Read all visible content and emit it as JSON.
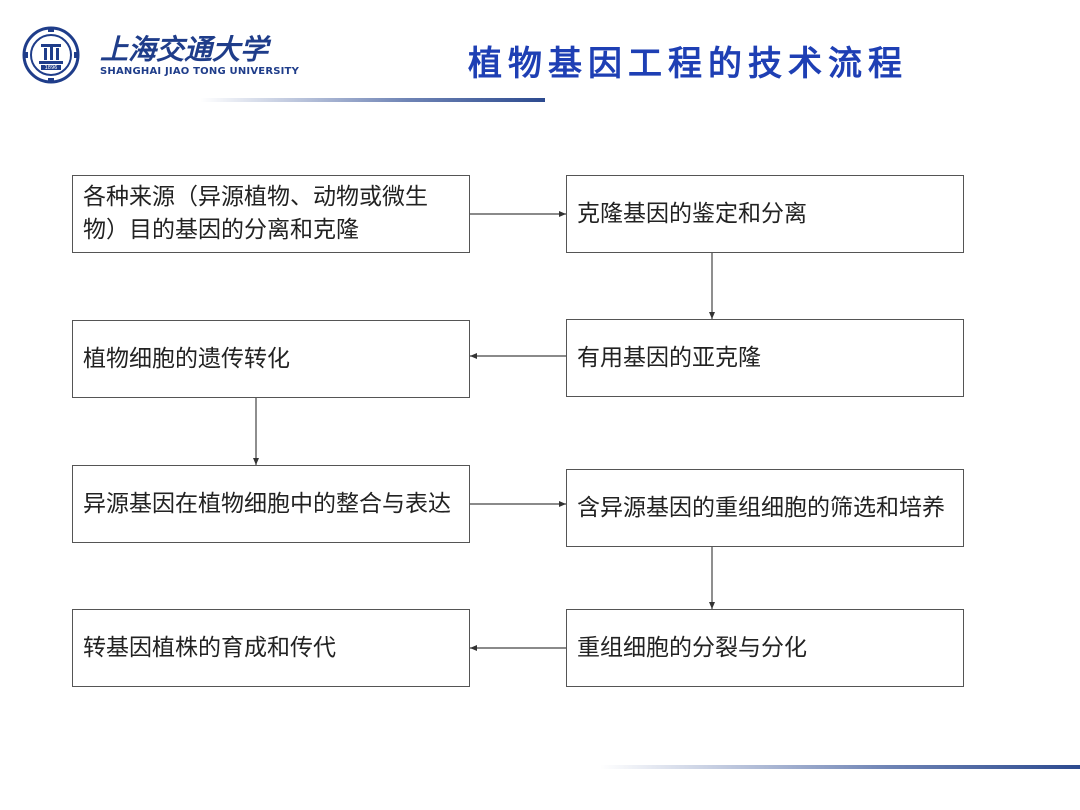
{
  "logo": {
    "name_cn": "上海交通大学",
    "name_en": "SHANGHAI JIAO TONG UNIVERSITY",
    "seal_year": "1896"
  },
  "title": "植物基因工程的技术流程",
  "steps": [
    {
      "id": "s1",
      "text": "各种来源（异源植物、动物或微生物）目的基因的分离和克隆"
    },
    {
      "id": "s2",
      "text": "克隆基因的鉴定和分离"
    },
    {
      "id": "s3",
      "text": "有用基因的亚克隆"
    },
    {
      "id": "s4",
      "text": "植物细胞的遗传转化"
    },
    {
      "id": "s5",
      "text": "异源基因在植物细胞中的整合与表达"
    },
    {
      "id": "s6",
      "text": "含异源基因的重组细胞的筛选和培养"
    },
    {
      "id": "s7",
      "text": "重组细胞的分裂与分化"
    },
    {
      "id": "s8",
      "text": "转基因植株的育成和传代"
    }
  ],
  "connections": [
    {
      "from": "s1",
      "to": "s2"
    },
    {
      "from": "s2",
      "to": "s3"
    },
    {
      "from": "s3",
      "to": "s4"
    },
    {
      "from": "s4",
      "to": "s5"
    },
    {
      "from": "s5",
      "to": "s6"
    },
    {
      "from": "s6",
      "to": "s7"
    },
    {
      "from": "s7",
      "to": "s8"
    }
  ],
  "colors": {
    "title": "#1e3fb4",
    "brand": "#1f3d8a",
    "border": "#555555"
  }
}
